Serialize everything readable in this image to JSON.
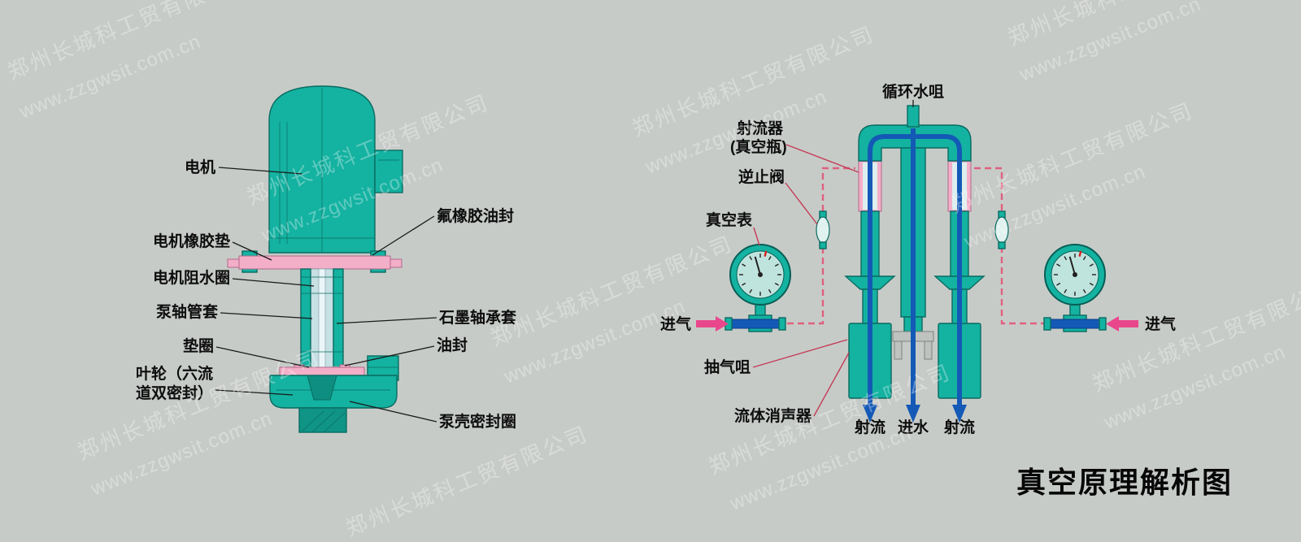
{
  "title": "真空原理解析图",
  "watermark": {
    "company": "郑州长城科工贸有限公司",
    "url": "www.zzgwsit.com.cn"
  },
  "pump": {
    "labels": {
      "motor": "电机",
      "fluoro_rubber_oil_seal": "氟橡胶油封",
      "motor_rubber_pad": "电机橡胶垫",
      "motor_water_seal_ring": "电机阻水圈",
      "pump_shaft_sleeve": "泵轴管套",
      "washer": "垫圈",
      "impeller_line1": "叶轮（六流",
      "impeller_line2": "道双密封）",
      "graphite_bearing_sleeve": "石墨轴承套",
      "oil_seal": "油封",
      "pump_casing_seal_ring": "泵壳密封圈"
    }
  },
  "vacuum": {
    "labels": {
      "circulating_water_nozzle": "循环水咀",
      "jet_device_line1": "射流器",
      "jet_device_line2": "(真空瓶)",
      "check_valve": "逆止阀",
      "vacuum_gauge": "真空表",
      "air_inlet_left": "进气",
      "air_inlet_right": "进气",
      "air_extraction_nozzle": "抽气咀",
      "fluid_muffler": "流体消声器",
      "jet_flow_left": "射流",
      "water_inlet": "进水",
      "jet_flow_right": "射流"
    }
  },
  "colors": {
    "background": "#c7cbc8",
    "teal": "#14b2a1",
    "teal_dark": "#0f9486",
    "pink": "#f3aec8",
    "magenta": "#e9478c",
    "pipe_blue": "#1459b6",
    "dashed_pink": "#e0607f",
    "leader_red": "#c33b55",
    "label_text": "#0d0d0d",
    "watermark": "#d9ddda"
  }
}
